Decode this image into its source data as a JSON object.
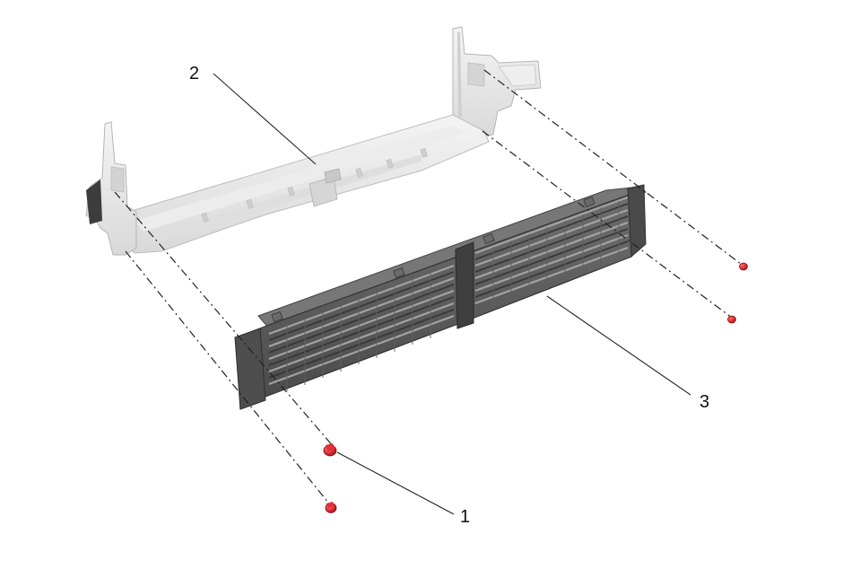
{
  "callouts": [
    {
      "id": "1",
      "label": "1",
      "part": "fastener"
    },
    {
      "id": "2",
      "label": "2",
      "part": "support-bracket"
    },
    {
      "id": "3",
      "label": "3",
      "part": "shutter-grille"
    }
  ],
  "colors": {
    "bracket_fill": "#e8e8e8",
    "bracket_edge": "#bfbfbf",
    "grille_body": "#5b5b5b",
    "grille_dark": "#3a3a3a",
    "grille_slat": "#9a9a9a",
    "fastener": "#d81f26",
    "line": "#222222"
  }
}
